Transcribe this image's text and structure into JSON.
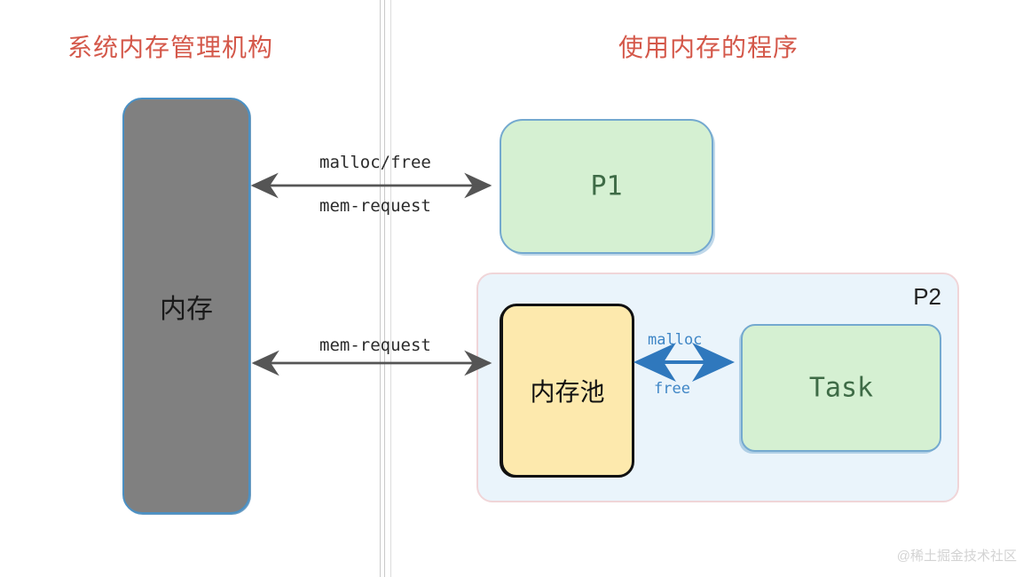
{
  "headings": {
    "left_title": "系统内存管理机构",
    "right_title": "使用内存的程序",
    "title_color": "#d4584a"
  },
  "nodes": {
    "memory": {
      "label": "内存",
      "fill": "#808080",
      "stroke": "#4a90c4"
    },
    "p1": {
      "label": "P1",
      "fill": "#d5f0d2",
      "stroke": "#74a9cf"
    },
    "p2_container": {
      "label": "P2",
      "fill": "#eaf4fb",
      "stroke": "#f0d5d8"
    },
    "memory_pool": {
      "label": "内存池",
      "fill": "#fde9ad",
      "stroke": "#111111"
    },
    "task": {
      "label": "Task",
      "fill": "#d5f0d2",
      "stroke": "#74a9cf"
    }
  },
  "arrows": {
    "top": {
      "label_above": "malloc/free",
      "label_below": "mem-request",
      "color": "#555555"
    },
    "bottom": {
      "label_above": "mem-request",
      "color": "#555555"
    },
    "inner": {
      "label_above": "malloc",
      "label_below": "free",
      "color": "#2f78bd"
    }
  },
  "watermark": {
    "text": "@稀土掘金技术社区"
  }
}
